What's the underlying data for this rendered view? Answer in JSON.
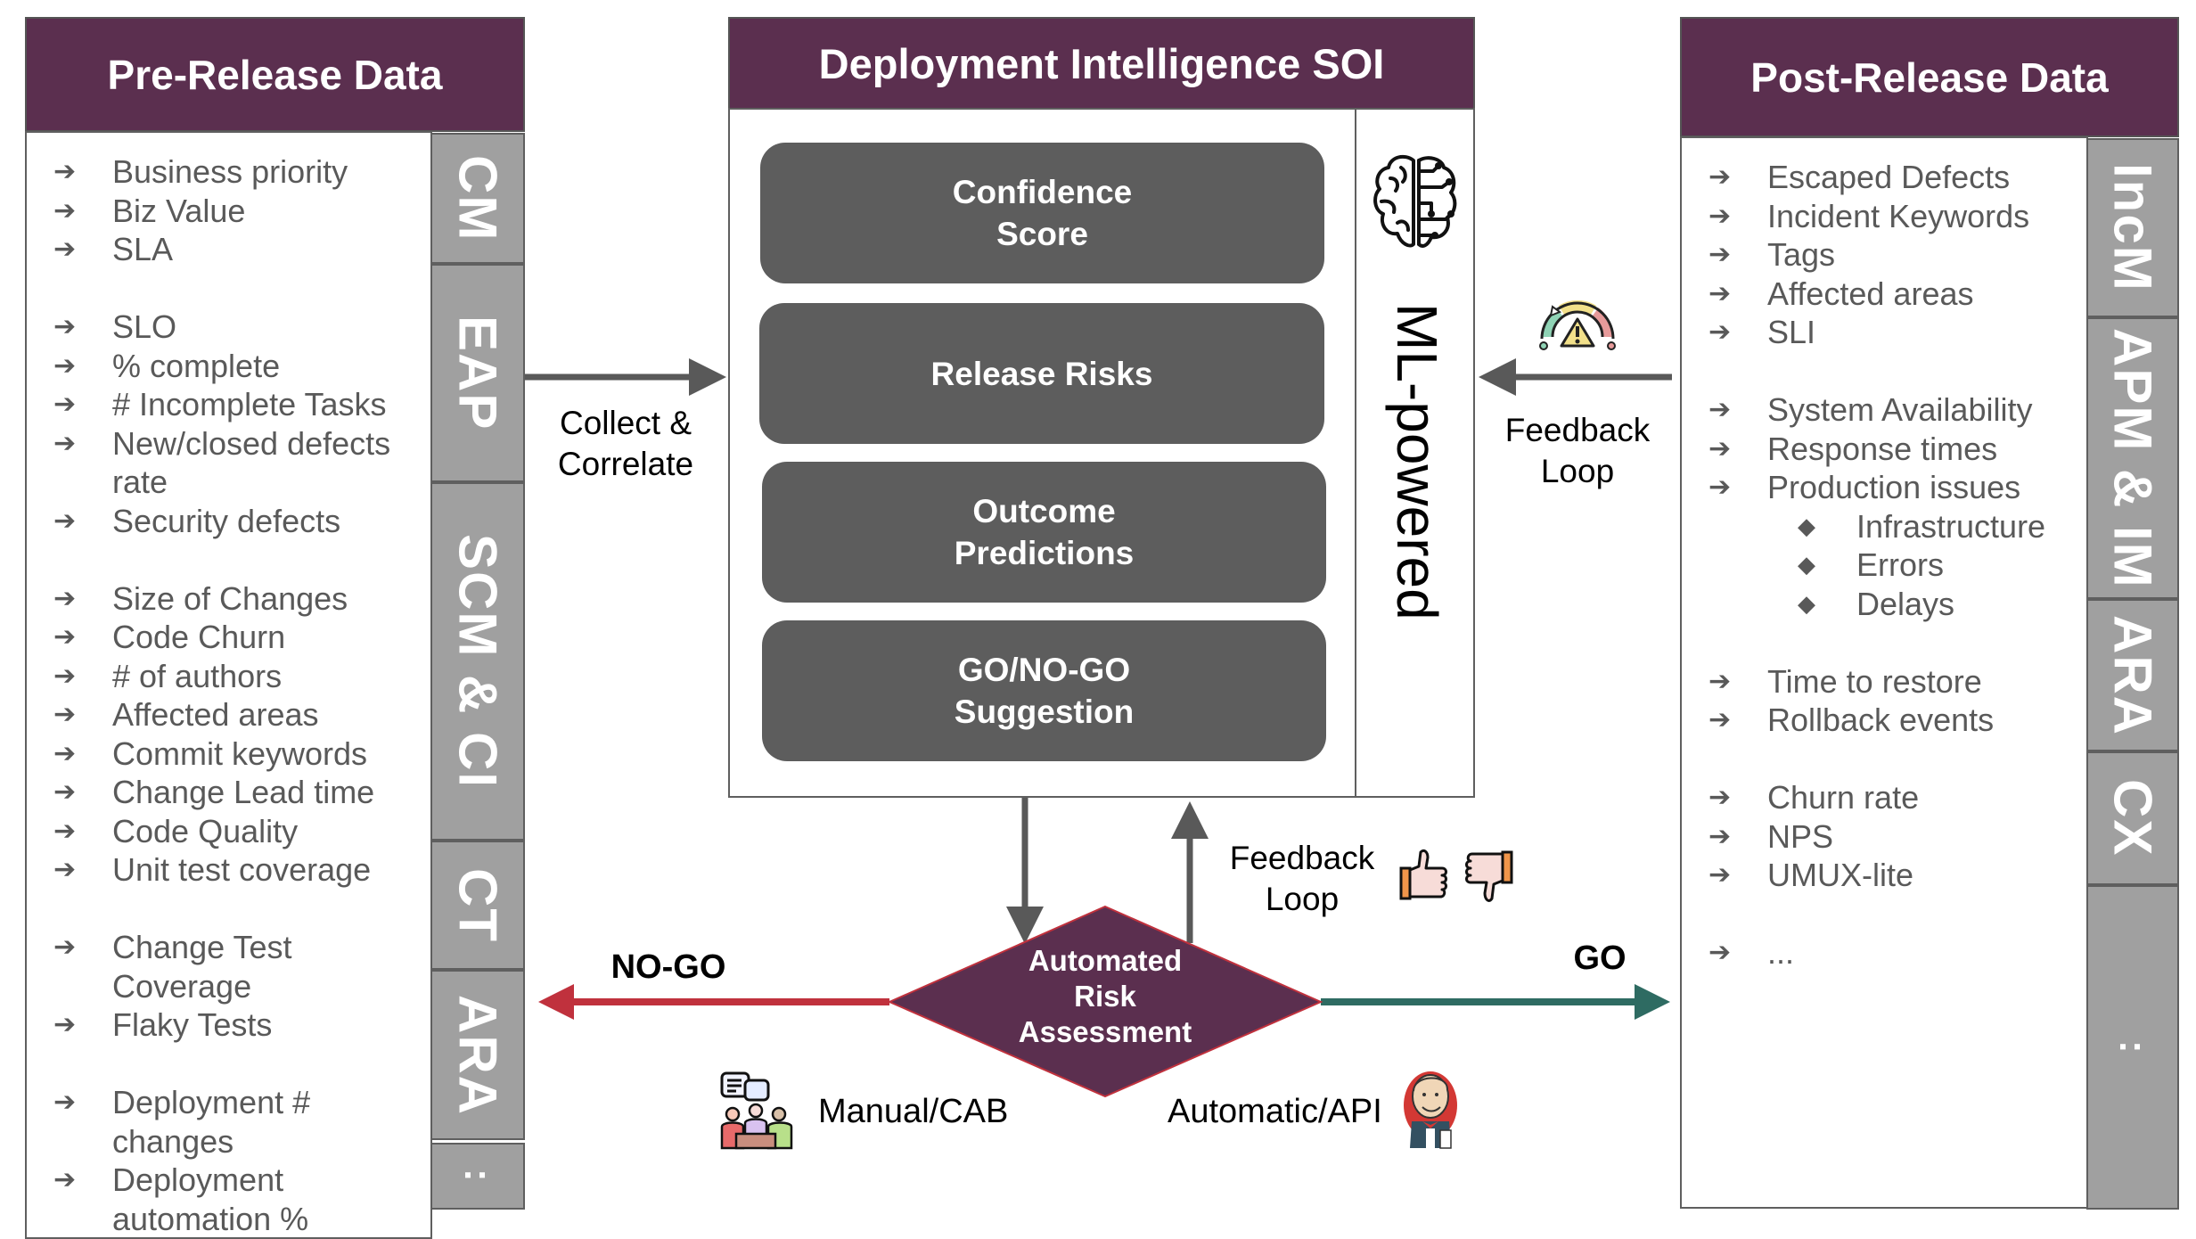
{
  "pre_release": {
    "title": "Pre-Release Data",
    "items": [
      {
        "text": "Business priority"
      },
      {
        "text": "Biz Value"
      },
      {
        "text": "SLA"
      },
      {
        "gap": true
      },
      {
        "text": "SLO"
      },
      {
        "text": "% complete"
      },
      {
        "text": "# Incomplete Tasks"
      },
      {
        "text": "New/closed defects rate"
      },
      {
        "text": "Security defects"
      },
      {
        "gap": true
      },
      {
        "text": "Size of Changes"
      },
      {
        "text": "Code Churn"
      },
      {
        "text": "# of authors"
      },
      {
        "text": "Affected areas"
      },
      {
        "text": "Commit keywords"
      },
      {
        "text": "Change Lead time"
      },
      {
        "text": "Code Quality"
      },
      {
        "text": "Unit test coverage"
      },
      {
        "gap": true
      },
      {
        "text": "Change Test Coverage"
      },
      {
        "text": "Flaky Tests"
      },
      {
        "gap": true
      },
      {
        "text": "Deployment # changes"
      },
      {
        "text": "Deployment automation %"
      }
    ],
    "tabs": [
      "CM",
      "EAP",
      "SCM & CI",
      "CT",
      "ARA",
      ":"
    ]
  },
  "center": {
    "title": "Deployment Intelligence SOI",
    "boxes": [
      "Confidence Score",
      "Release Risks",
      "Outcome Predictions",
      "GO/NO-GO Suggestion"
    ],
    "side_label": "ML-powered",
    "side_icon": "brain-circuit-icon"
  },
  "post_release": {
    "title": "Post-Release Data",
    "items": [
      {
        "text": "Escaped Defects"
      },
      {
        "text": "Incident Keywords"
      },
      {
        "text": "Tags"
      },
      {
        "text": "Affected areas"
      },
      {
        "text": "SLI"
      },
      {
        "gap": true
      },
      {
        "text": "System Availability"
      },
      {
        "text": "Response times"
      },
      {
        "text": "Production issues"
      },
      {
        "text": "Infrastructure",
        "sub": true
      },
      {
        "text": "Errors",
        "sub": true
      },
      {
        "text": "Delays",
        "sub": true
      },
      {
        "gap": true
      },
      {
        "text": "Time to restore"
      },
      {
        "text": "Rollback events"
      },
      {
        "gap": true
      },
      {
        "text": "Churn rate"
      },
      {
        "text": "NPS"
      },
      {
        "text": "UMUX-lite"
      },
      {
        "gap": true
      },
      {
        "text": "..."
      }
    ],
    "tabs": [
      "IncM",
      "APM & IM",
      "ARA",
      "CX",
      ":"
    ]
  },
  "flows": {
    "collect_label": "Collect & Correlate",
    "feedback_top_label": "Feedback Loop",
    "feedback_bottom_label": "Feedback Loop",
    "decision_label": "Automated Risk Assessment",
    "no_go_label": "NO-GO",
    "go_label": "GO",
    "manual_label": "Manual/CAB",
    "automatic_label": "Automatic/API"
  },
  "markers": {
    "arrow": "➔",
    "diamond": "◆"
  },
  "colors": {
    "header": "#5b2f4f",
    "tab": "#a0a0a0",
    "box": "#5d5d5d",
    "no_go": "#c0313d",
    "go": "#2e6b62",
    "connector": "#595959"
  }
}
